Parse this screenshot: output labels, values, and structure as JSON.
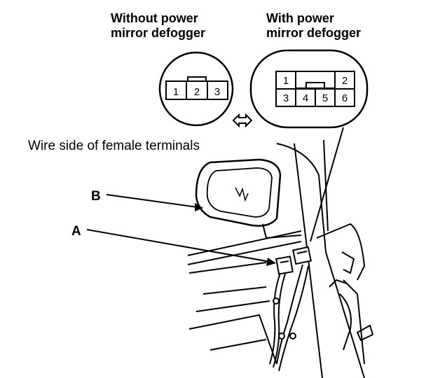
{
  "headers": {
    "without_line1": "Without power",
    "without_line2": "mirror defogger",
    "with_line1": "With power",
    "with_line2": "mirror defogger"
  },
  "connectors": {
    "without": {
      "pins": [
        "1",
        "2",
        "3"
      ]
    },
    "with": {
      "pins": [
        "1",
        "2",
        "3",
        "4",
        "5",
        "6"
      ]
    }
  },
  "caption": "Wire side of female terminals",
  "callouts": {
    "a": "A",
    "b": "B"
  }
}
